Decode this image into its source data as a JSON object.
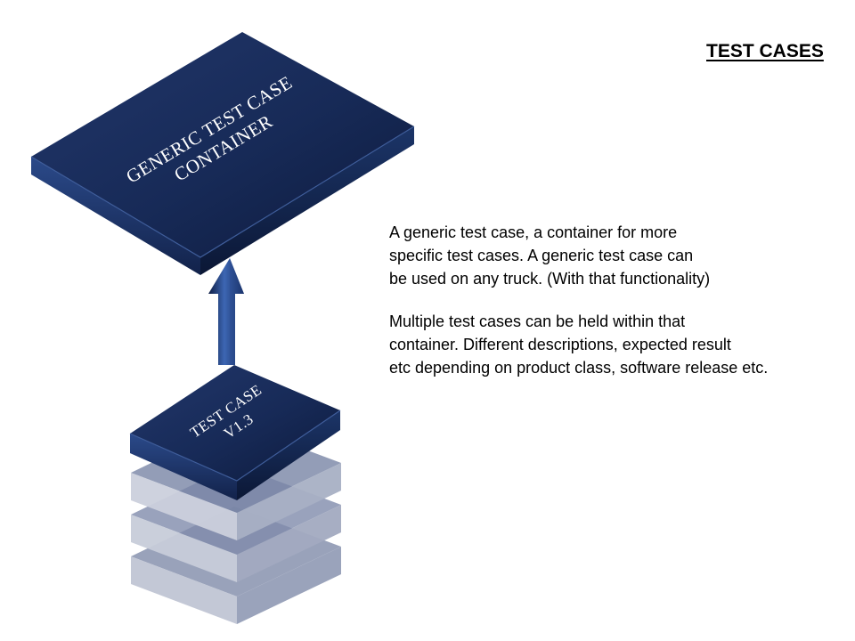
{
  "title": "TEST CASES",
  "description": {
    "paragraph_1": [
      "A generic test case, a container for more",
      "specific test cases. A generic test case can",
      "be used on any truck. (With that functionality)"
    ],
    "paragraph_2": [
      "Multiple  test cases can be held  within that",
      "container. Different descriptions, expected result",
      "etc depending  on product  class, software release etc."
    ]
  },
  "diagram": {
    "container_box": {
      "label_lines": [
        "GENERIC  TEST CASE",
        "CONTAINER"
      ]
    },
    "test_case_box": {
      "label_lines": [
        "TEST CASE",
        "V1.3"
      ]
    },
    "stacked_layers": 3,
    "colors": {
      "box_top": "#1c2e5c",
      "box_side": "#0f1c3f",
      "layer_fill": "#8a94b0",
      "layer_side": "#b7bdcd",
      "arrow": "#2a4680"
    }
  }
}
